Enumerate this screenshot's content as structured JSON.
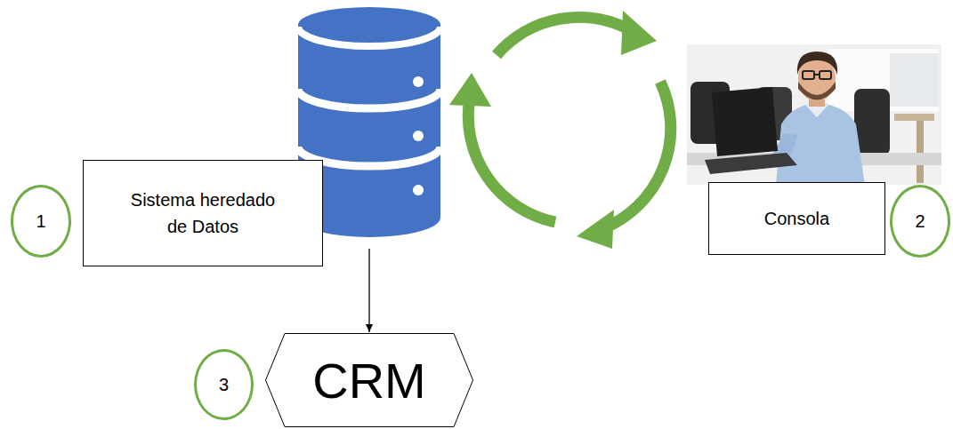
{
  "diagram": {
    "nodes": [
      {
        "text": [
          "1"
        ]
      },
      {
        "text": [
          "Sistema heredado de Datos"
        ]
      },
      {
        "text": [
          "Consola"
        ]
      },
      {
        "text": [
          "2"
        ]
      },
      {
        "text": [
          "3"
        ]
      },
      {
        "text": [
          "CRM"
        ]
      }
    ],
    "edges": [
      {
        "from": 1,
        "to": 5,
        "arrow": "to"
      }
    ]
  }
}
